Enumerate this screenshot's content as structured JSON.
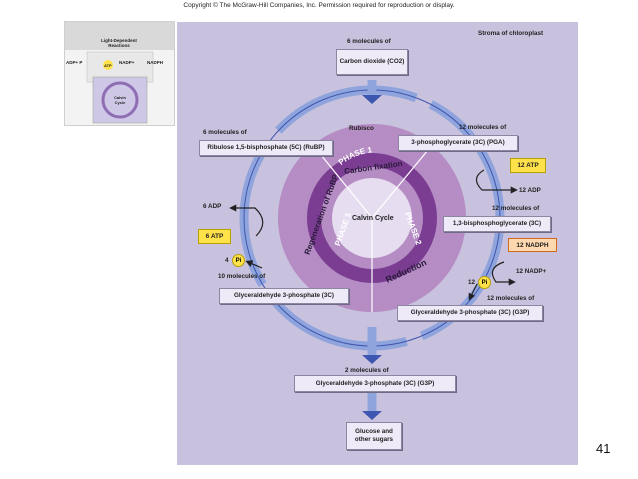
{
  "header": {
    "copyright": "Copyright © The McGraw-Hill Companies, Inc. Permission required for reproduction or display."
  },
  "slide": {
    "number": "41"
  },
  "thumbnail": {
    "light_reactions": "Light-Dependent Reactions",
    "adp_pi": "ADP+ P",
    "atp": "ATP",
    "nadp": "NADP+",
    "nadph": "NADPH",
    "calvin": "Calvin Cycle"
  },
  "diagram": {
    "stroma_label": "Stroma of chloroplast",
    "co2_count": "6 molecules of",
    "co2_box": "Carbon dioxide (CO2)",
    "rubisco": "Rubisco",
    "rubp_count": "6 molecules of",
    "rubp_box": "Ribulose 1,5-bisphosphate (5C) (RuBP)",
    "pga_count": "12 molecules of",
    "pga_box": "3-phosphoglycerate (3C) (PGA)",
    "atp12": "12 ATP",
    "adp12": "12 ADP",
    "bpg_count": "12 molecules of",
    "bpg_box": "1,3-bisphosphoglycerate (3C)",
    "nadph12": "12 NADPH",
    "nadp12": "12 NADP+",
    "pi12": "12",
    "pi_symbol": "Pi",
    "g3p12_count": "12 molecules of",
    "g3p12_box": "Glyceraldehyde 3-phosphate (3C) (G3P)",
    "adp6": "6 ADP",
    "atp6": "6 ATP",
    "pi4": "4",
    "g3p10_count": "10 molecules of",
    "g3p10_box": "Glyceraldehyde 3-phosphate (3C)",
    "g3p2_count": "2 molecules of",
    "g3p2_box": "Glyceraldehyde 3-phosphate (3C) (G3P)",
    "glucose_box": "Glucose and other sugars",
    "center": "Calvin Cycle",
    "phase1": "PHASE 1",
    "phase2": "PHASE 2",
    "phase3": "PHASE 3",
    "carbon_fixation": "Carbon fixation",
    "reduction": "Reduction",
    "regeneration": "Regeneration of RuBP"
  }
}
